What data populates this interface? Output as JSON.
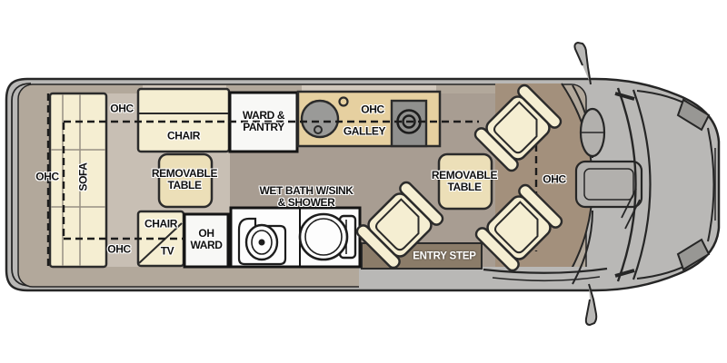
{
  "diagram": {
    "type": "rv-floorplan-top-view",
    "vehicle": "Class B camper van floor plan"
  },
  "labels": {
    "ohc_rear": "OHC",
    "sofa": "SOFA",
    "ohc_top_left": "OHC",
    "chair_front": "CHAIR",
    "removable_table_lounge": {
      "line1": "REMOVABLE",
      "line2": "TABLE"
    },
    "chair_rear": "CHAIR",
    "tv": "TV",
    "ohc_bottom_left": "OHC",
    "oh_ward": {
      "line1": "OH",
      "line2": "WARD"
    },
    "ward_pantry": {
      "line1": "WARD &",
      "line2": "PANTRY"
    },
    "ohc_galley": "OHC",
    "galley": "GALLEY",
    "wet_bath": {
      "line1": "WET BATH W/SINK",
      "line2": "& SHOWER"
    },
    "removable_table_dinette": {
      "line1": "REMOVABLE",
      "line2": "TABLE"
    },
    "entry_step": "ENTRY STEP",
    "ohc_cab": "OHC"
  },
  "colors": {
    "body_gray": "#b9b8b6",
    "wall_tan": "#b2a89b",
    "lounge_floor": "#c8bfb4",
    "dinette_floor": "#a89d92",
    "cab_floor_brown": "#a3907c",
    "furniture_cream": "#f5eed2",
    "table_tan": "#ecdfb8",
    "counter_tan": "#e6d0a0",
    "appliance_gray": "#96968f",
    "room_white": "#fdfdfd",
    "entry_step_brown": "#8b7c69",
    "outline": "#2b2b2b"
  }
}
